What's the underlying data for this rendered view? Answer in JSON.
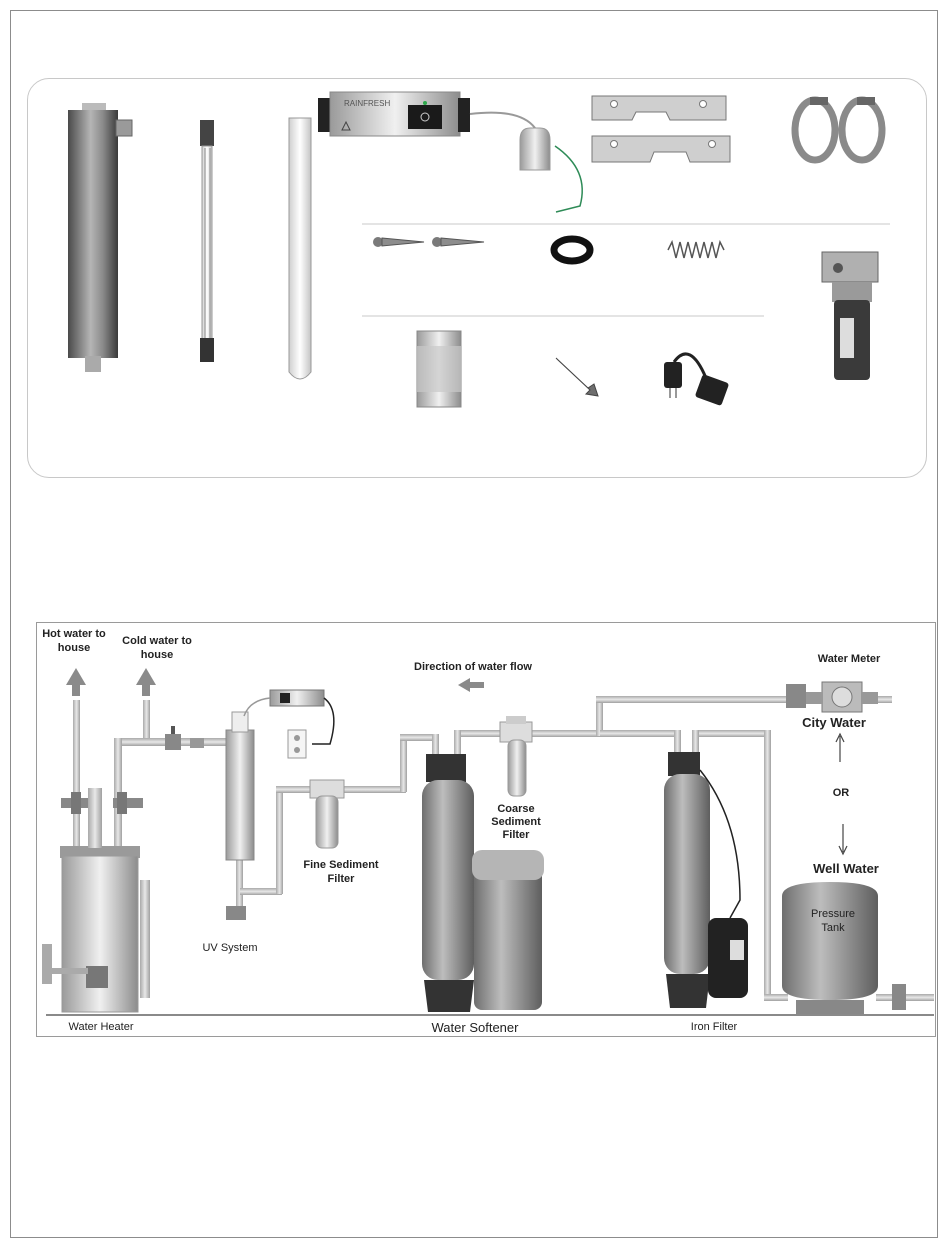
{
  "parts": {
    "controller_brand": "RAINFRESH"
  },
  "diagram": {
    "labels": {
      "hot_water": [
        "Hot water to",
        "house"
      ],
      "cold_water": [
        "Cold water to",
        "house"
      ],
      "flow_direction": "Direction of water flow",
      "water_meter": "Water Meter",
      "city_water": "City Water",
      "or": "OR",
      "well_water": "Well Water",
      "pressure_tank": [
        "Pressure",
        "Tank"
      ],
      "coarse_filter": [
        "Coarse",
        "Sediment",
        "Filter"
      ],
      "fine_filter": [
        "Fine Sediment",
        "Filter"
      ],
      "uv_system": "UV System",
      "water_heater": "Water Heater",
      "water_softener": "Water Softener",
      "iron_filter": "Iron Filter"
    }
  },
  "colors": {
    "steel_dark": "#5a5a5a",
    "steel_light": "#d9d9d9",
    "pipe": "#c9c9c9",
    "green_wire": "#2e8b57"
  }
}
